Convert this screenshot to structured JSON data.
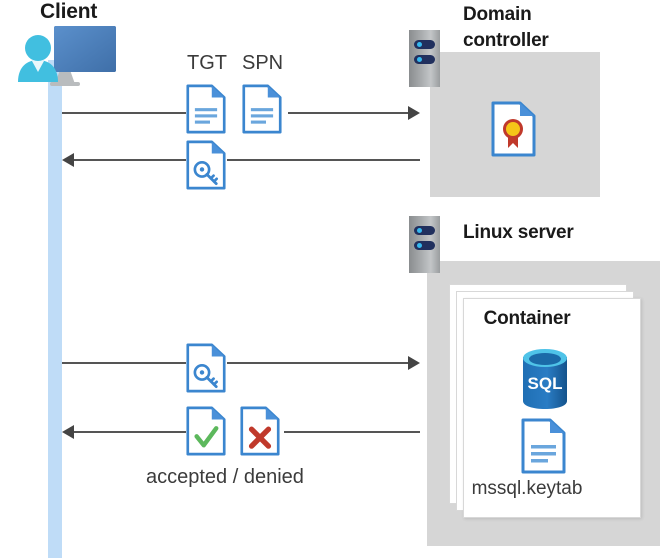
{
  "diagram": {
    "title": "Kerberos authentication flow between client, domain controller and Linux server container",
    "actors": {
      "client": {
        "label": "Client",
        "icon": "user-computer-icon"
      },
      "domain_controller": {
        "label": "Domain\ncontroller",
        "label_line1": "Domain",
        "label_line2": "controller",
        "icon": "server-rack-icon"
      },
      "linux_server": {
        "label": "Linux server",
        "icon": "server-rack-icon"
      }
    },
    "container": {
      "label": "Container",
      "database_label": "SQL",
      "keytab_label": "mssql.keytab"
    },
    "messages": [
      {
        "id": "tgt-spn-request",
        "labels": [
          "TGT",
          "SPN"
        ],
        "direction": "right",
        "icons": [
          "document-icon",
          "document-icon"
        ]
      },
      {
        "id": "ticket-response",
        "labels": [],
        "direction": "left",
        "icons": [
          "key-document-icon"
        ]
      },
      {
        "id": "service-ticket-request",
        "labels": [],
        "direction": "right",
        "icons": [
          "key-document-icon"
        ]
      },
      {
        "id": "auth-result",
        "labels": [
          "accepted / denied"
        ],
        "direction": "left",
        "icons": [
          "check-document-icon",
          "cross-document-icon"
        ]
      }
    ],
    "labels": {
      "tgt": "TGT",
      "spn": "SPN",
      "accepted_denied": "accepted / denied"
    },
    "colors": {
      "lifeline": "#bfdcf7",
      "zone_gray": "#d6d6d6",
      "doc_blue": "#3b86cf",
      "doc_fold": "#4a90d9",
      "sql_blue": "#1f6fb4",
      "check_green": "#5cb85c",
      "cross_red": "#c0392b",
      "certificate_gold": "#f5c518",
      "certificate_ribbon": "#c0392b",
      "arrow": "#555555",
      "rack_led": "#35b9ef",
      "rack_bar": "#21305e"
    }
  }
}
